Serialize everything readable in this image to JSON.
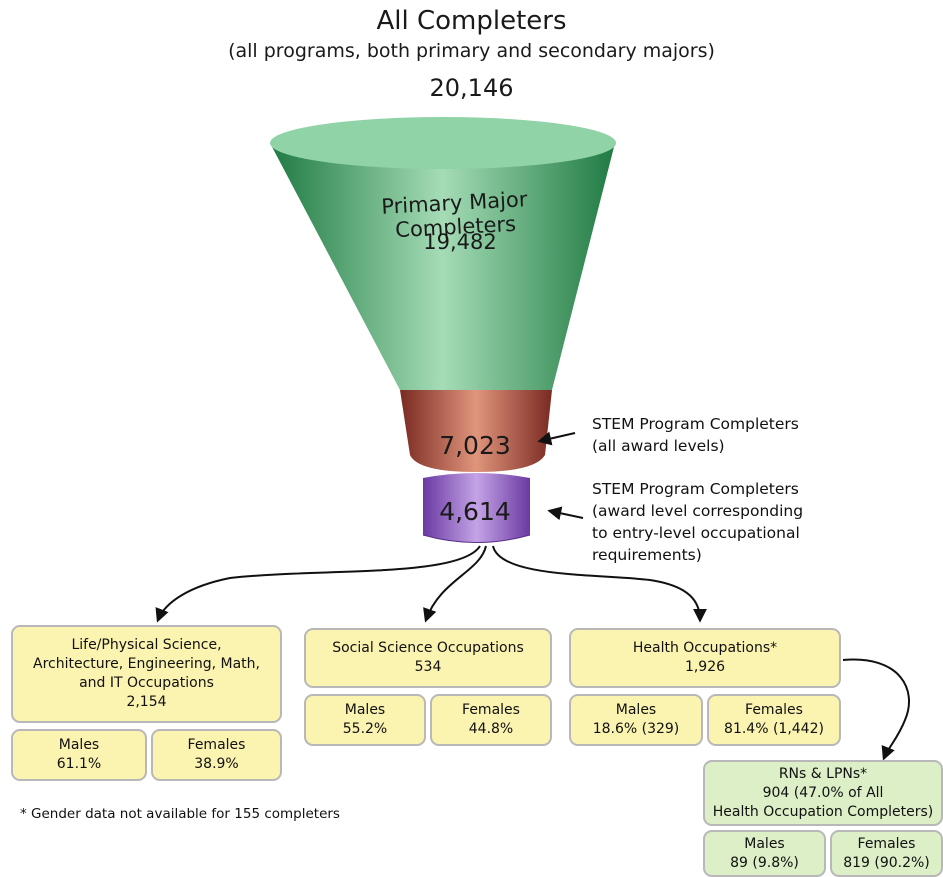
{
  "header": {
    "title": "All Completers",
    "subtitle": "(all programs, both primary and secondary majors)",
    "total": "20,146"
  },
  "funnel": {
    "primary_label": "Primary Major Completers",
    "primary_value": "19,482",
    "stem_all_value": "7,023",
    "stem_entry_value": "4,614",
    "colors": {
      "top": "#2e8a4e",
      "top_light": "#9dd9b0",
      "middle": "#c9745e",
      "bottom": "#8a5bb8"
    }
  },
  "annotations": {
    "stem_all": [
      "STEM Program Completers",
      "(all award levels)"
    ],
    "stem_entry": [
      "STEM Program Completers",
      "(award level corresponding",
      "to entry-level occupational",
      "requirements)"
    ]
  },
  "categories": {
    "lps": {
      "lines": [
        "Life/Physical Science,",
        "Architecture, Engineering, Math,",
        "and IT Occupations",
        "2,154"
      ],
      "males_label": "Males",
      "males_value": "61.1%",
      "females_label": "Females",
      "females_value": "38.9%"
    },
    "social": {
      "lines": [
        "Social Science Occupations",
        "534"
      ],
      "males_label": "Males",
      "males_value": "55.2%",
      "females_label": "Females",
      "females_value": "44.8%"
    },
    "health": {
      "lines": [
        "Health Occupations*",
        "1,926"
      ],
      "males_label": "Males",
      "males_value": "18.6% (329)",
      "females_label": "Females",
      "females_value": "81.4% (1,442)"
    },
    "rn": {
      "lines": [
        "RNs & LPNs*",
        "904 (47.0% of All",
        "Health Occupation Completers)"
      ],
      "males_label": "Males",
      "males_value": "89 (9.8%)",
      "females_label": "Females",
      "females_value": "819 (90.2%)"
    }
  },
  "footnote": "* Gender data not available for 155 completers"
}
